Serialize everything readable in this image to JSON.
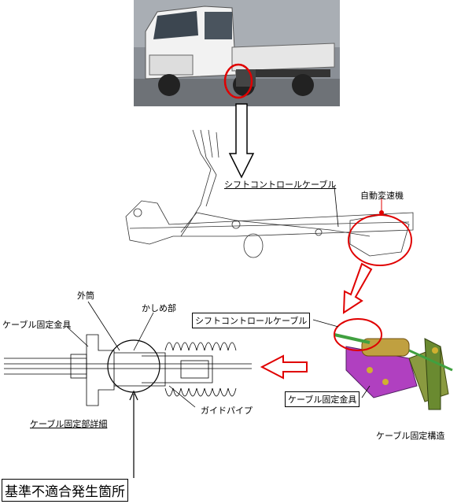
{
  "labels": {
    "shift_cable_top": "シフトコントロールケーブル",
    "auto_transmission": "自動変速機",
    "outer_tube": "外筒",
    "crimp_part": "かしめ部",
    "cable_bracket_left": "ケーブル固定金具",
    "shift_cable_box": "シフトコントロールケーブル",
    "cable_bracket_box": "ケーブル固定金具",
    "guide_pipe": "ガイドパイプ",
    "cable_fixing_detail": "ケーブル固定部詳細",
    "cable_fixing_structure": "ケーブル固定構造",
    "defect_location": "基準不適合発生箇所"
  },
  "colors": {
    "highlight": "#e00000",
    "bracket": "#b040c0",
    "cab": "#e8e8e8"
  }
}
